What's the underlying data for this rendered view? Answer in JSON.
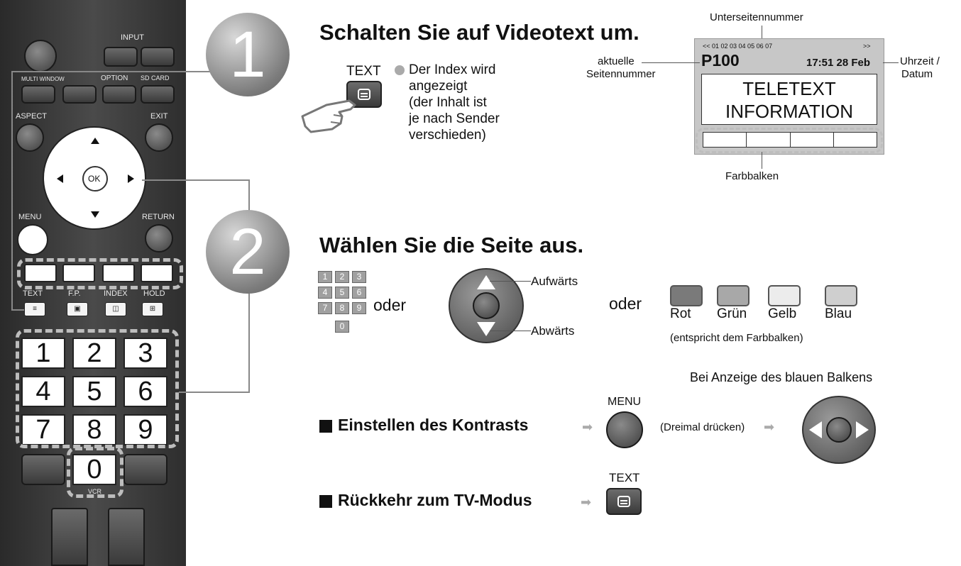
{
  "remote": {
    "input": "INPUT",
    "multiwindow": "MULTI WINDOW",
    "option": "OPTION",
    "sdcard": "SD CARD",
    "aspect": "ASPECT",
    "exit": "EXIT",
    "ok": "OK",
    "menu": "MENU",
    "return": "RETURN",
    "text": "TEXT",
    "fp": "F.P.",
    "index": "INDEX",
    "hold": "HOLD",
    "numbers": [
      "1",
      "2",
      "3",
      "4",
      "5",
      "6",
      "7",
      "8",
      "9",
      "0"
    ],
    "vcr": "VCR"
  },
  "step1": {
    "number": "1",
    "heading": "Schalten Sie auf Videotext um.",
    "text_label": "TEXT",
    "desc_lines": [
      "Der Index wird",
      "angezeigt",
      "(der Inhalt ist",
      "je nach Sender",
      "verschieden)"
    ]
  },
  "teletext": {
    "subpage_label": "Unterseitennummer",
    "subpage_row": "<< 01 02 03 04 05 06 07",
    "arrows": ">>",
    "page_number": "P100",
    "time_date": "17:51 28 Feb",
    "body_line1": "TELETEXT",
    "body_line2": "INFORMATION",
    "current_page_label_1": "aktuelle",
    "current_page_label_2": "Seitennummer",
    "time_label_1": "Uhrzeit /",
    "time_label_2": "Datum",
    "colorbar_label": "Farbbalken"
  },
  "step2": {
    "number": "2",
    "heading": "Wählen Sie die Seite aus.",
    "keypad": [
      "1",
      "2",
      "3",
      "4",
      "5",
      "6",
      "7",
      "8",
      "9",
      "0"
    ],
    "or1": "oder",
    "up": "Aufwärts",
    "down": "Abwärts",
    "or2": "oder",
    "colors": [
      {
        "name": "Rot",
        "color": "#7a7a7a"
      },
      {
        "name": "Grün",
        "color": "#a8a8a8"
      },
      {
        "name": "Gelb",
        "color": "#ececec"
      },
      {
        "name": "Blau",
        "color": "#cfcfcf"
      }
    ],
    "colors_note": "(entspricht dem Farbbalken)"
  },
  "contrast": {
    "heading": "Einstellen des Kontrasts",
    "blue_bar_note": "Bei Anzeige des blauen Balkens",
    "menu_label": "MENU",
    "press_thrice": "(Dreimal drücken)"
  },
  "tvmode": {
    "heading": "Rückkehr zum TV-Modus",
    "text_label": "TEXT"
  }
}
